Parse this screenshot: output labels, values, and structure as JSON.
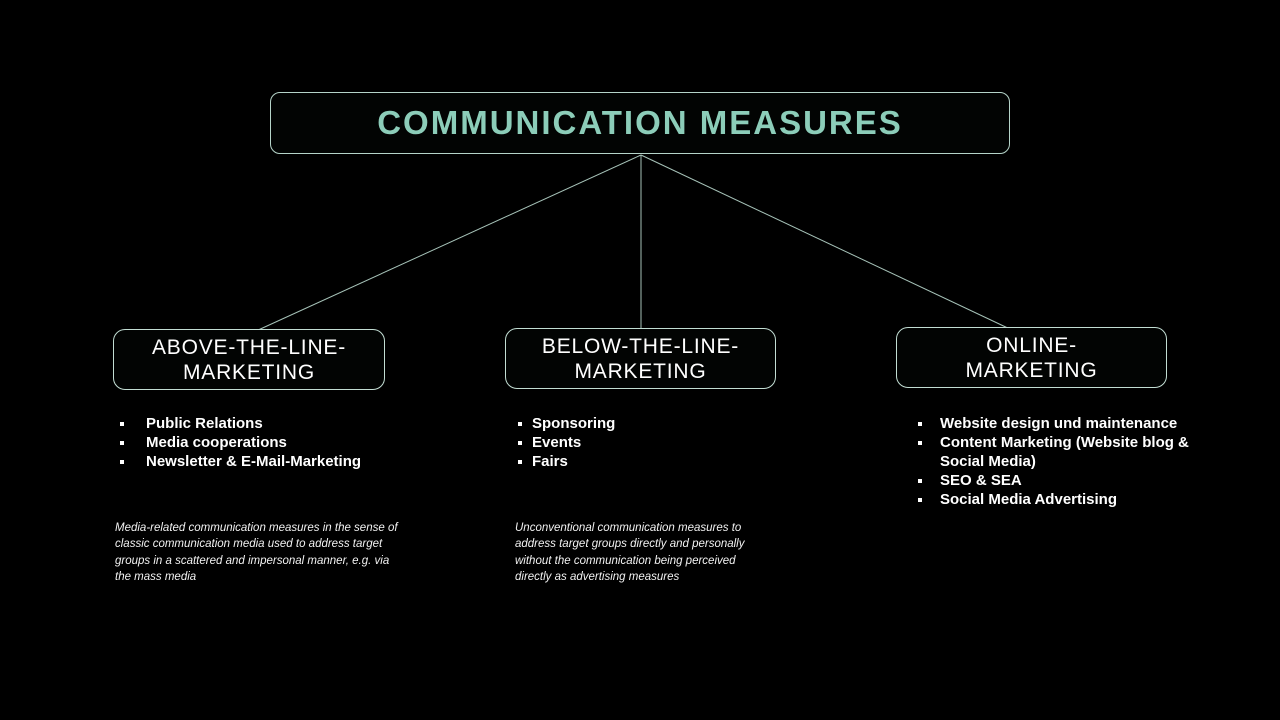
{
  "colors": {
    "background": "#000000",
    "title_text": "#8ccdb9",
    "box_border": "#c2ddd3",
    "connector_line": "#a6c2b8",
    "body_text": "#ffffff"
  },
  "title": {
    "label": "COMMUNICATION MEASURES"
  },
  "columns": [
    {
      "heading_line1": "ABOVE-THE-LINE-",
      "heading_line2": "MARKETING",
      "items": [
        "Public Relations",
        "Media cooperations",
        "Newsletter & E-Mail-Marketing"
      ],
      "description_lines": [
        "Media-related communication measures in the sense of",
        "classic communication media used to address target",
        "groups in a scattered and impersonal manner, e.g. via",
        "the mass media"
      ]
    },
    {
      "heading_line1": "BELOW-THE-LINE-",
      "heading_line2": "MARKETING",
      "items": [
        "Sponsoring",
        "Events",
        "Fairs"
      ],
      "description_lines": [
        "Unconventional communication measures to",
        "address target groups directly and personally",
        "without the communication being perceived",
        "directly as advertising measures"
      ]
    },
    {
      "heading_line1": "ONLINE-",
      "heading_line2": "MARKETING",
      "items": [
        "Website design und maintenance",
        "Content Marketing (Website blog & Social Media)",
        "SEO & SEA",
        "Social Media Advertising"
      ],
      "description_lines": []
    }
  ]
}
